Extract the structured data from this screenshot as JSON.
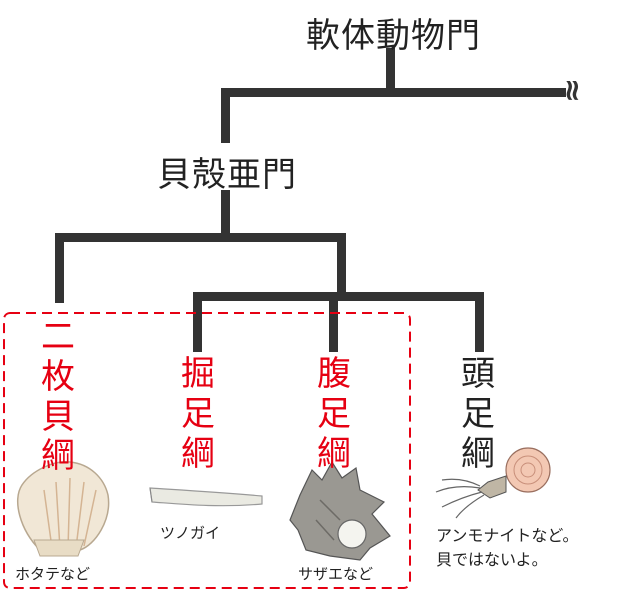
{
  "tree": {
    "root_label": "軟体動物門",
    "continue_symbol": "≈",
    "subphylum_label": "貝殻亜門",
    "classes": [
      {
        "label": "二枚貝綱",
        "chars": [
          "二",
          "枚",
          "貝",
          "綱"
        ],
        "highlighted": true,
        "caption": "ホタテなど",
        "illustration": "scallop-shell"
      },
      {
        "label": "掘足綱",
        "chars": [
          "掘",
          "足",
          "綱"
        ],
        "highlighted": true,
        "caption": "ツノガイ",
        "illustration": "tusk-shell"
      },
      {
        "label": "腹足綱",
        "chars": [
          "腹",
          "足",
          "綱"
        ],
        "highlighted": true,
        "caption": "サザエなど",
        "illustration": "turban-shell"
      },
      {
        "label": "頭足綱",
        "chars": [
          "頭",
          "足",
          "綱"
        ],
        "highlighted": false,
        "caption_lines": [
          "アンモナイトなど。",
          "貝ではないよ。"
        ],
        "illustration": "ammonite"
      }
    ]
  },
  "colors": {
    "line": "#333333",
    "highlight": "#e60012",
    "dashed_box": "#e60012",
    "text": "#222222"
  }
}
